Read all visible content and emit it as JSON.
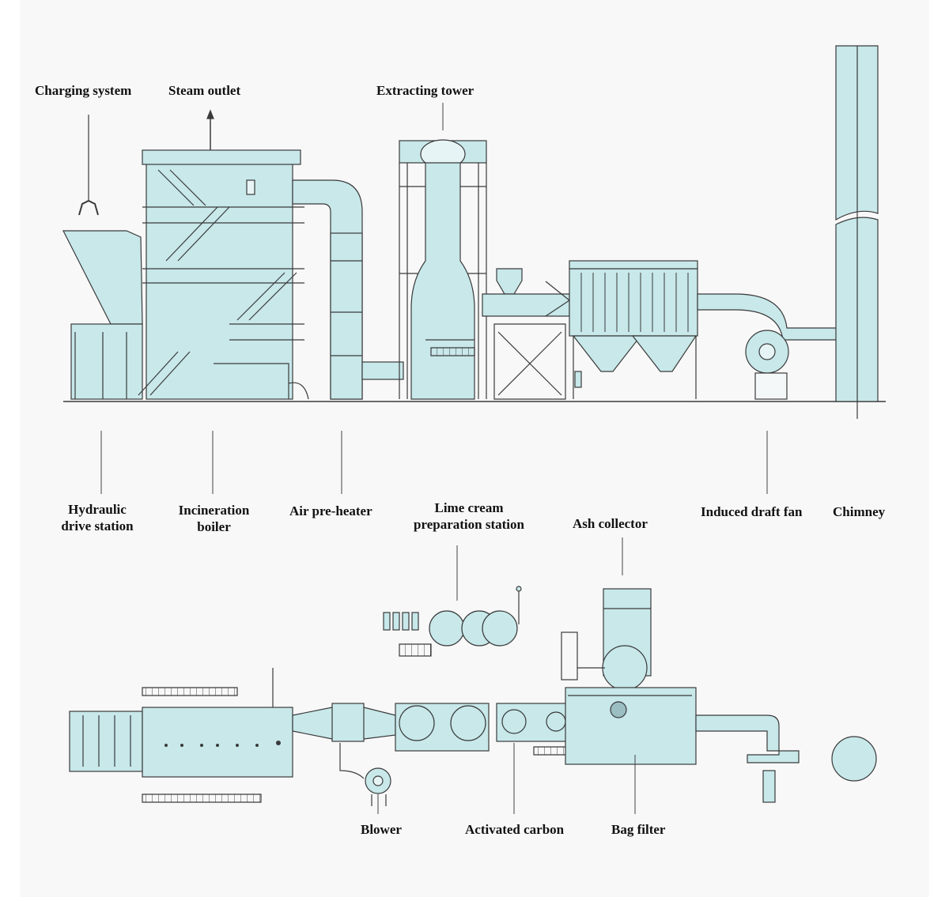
{
  "labels": {
    "charging_system": "Charging system",
    "steam_outlet": "Steam outlet",
    "extracting_tower": "Extracting tower",
    "hydraulic_drive_station": [
      "Hydraulic",
      "drive station"
    ],
    "incineration_boiler": [
      "Incineration",
      "boiler"
    ],
    "air_preheater": "Air pre-heater",
    "lime_cream_station": [
      "Lime cream",
      "preparation station"
    ],
    "ash_collector": "Ash collector",
    "induced_draft_fan": "Induced draft fan",
    "chimney": "Chimney",
    "blower": "Blower",
    "activated_carbon": "Activated carbon",
    "bag_filter": "Bag filter"
  },
  "colors": {
    "equipment_fill": "#c8e8ea",
    "line": "#3a3a3a",
    "page_bg": "#f6f6f6"
  }
}
